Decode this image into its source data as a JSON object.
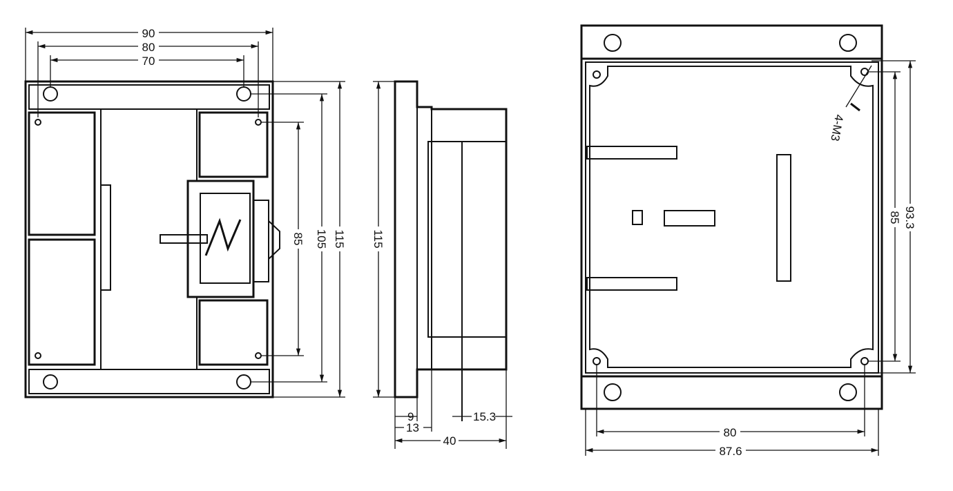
{
  "front_view": {
    "dims": {
      "width_90": "90",
      "holes_80": "80",
      "holes_70": "70",
      "height_85": "85",
      "height_105": "105",
      "height_115": "115"
    }
  },
  "side_view": {
    "dims": {
      "height_115": "115",
      "d9": "9",
      "d13": "13",
      "d15_3": "15.3",
      "depth_40": "40"
    }
  },
  "back_view": {
    "dims": {
      "screw": "4-M3",
      "h93_3": "93.3",
      "h85": "85",
      "w80": "80",
      "w87_6": "87.6"
    }
  }
}
